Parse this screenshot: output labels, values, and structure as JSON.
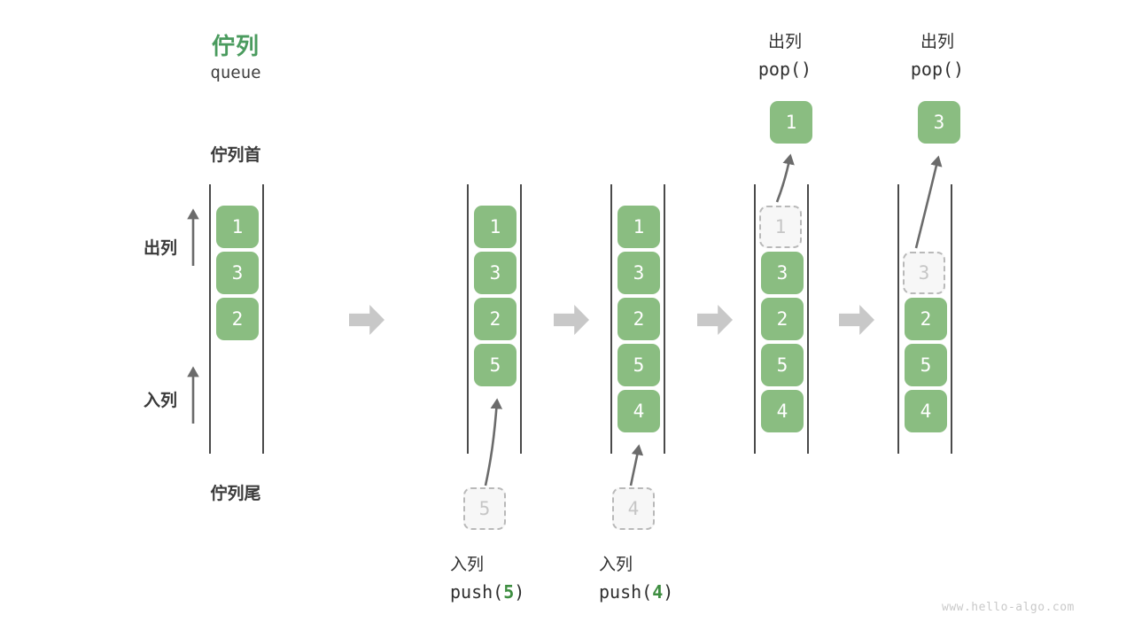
{
  "header": {
    "title_cn": "佇列",
    "title_en": "queue"
  },
  "labels": {
    "front": "佇列首",
    "rear": "佇列尾",
    "dequeue": "出列",
    "enqueue": "入列"
  },
  "watermark": "www.hello-algo.com",
  "colors": {
    "accent_green": "#4a9b5e",
    "cell_green": "#8abd81",
    "code_arg_green": "#3e8e41",
    "rail_gray": "#4a4a4a",
    "ghost_gray": "#b9b9b9",
    "step_arrow_gray": "#c8c8c8",
    "thin_arrow_gray": "#6b6b6b",
    "watermark_gray": "#c9c9c9"
  },
  "chart_data": {
    "type": "diagram",
    "title": "佇列 queue",
    "states": [
      {
        "id": "state-1",
        "cells": [
          "1",
          "3",
          "2"
        ],
        "ghost_index": -1
      },
      {
        "id": "state-2",
        "cells": [
          "1",
          "3",
          "2",
          "5"
        ],
        "ghost_index": -1
      },
      {
        "id": "state-3",
        "cells": [
          "1",
          "3",
          "2",
          "5",
          "4"
        ],
        "ghost_index": -1
      },
      {
        "id": "state-4",
        "cells": [
          "1",
          "3",
          "2",
          "5",
          "4"
        ],
        "ghost_index": 0
      },
      {
        "id": "state-5",
        "cells": [
          "3",
          "2",
          "5",
          "4"
        ],
        "ghost_index": 0
      }
    ]
  },
  "columns": [
    {
      "name": "initial-queue",
      "cells": [
        {
          "value": "1",
          "ghost": false
        },
        {
          "value": "3",
          "ghost": false
        },
        {
          "value": "2",
          "ghost": false
        }
      ]
    },
    {
      "name": "after-push-5",
      "cells": [
        {
          "value": "1",
          "ghost": false
        },
        {
          "value": "3",
          "ghost": false
        },
        {
          "value": "2",
          "ghost": false
        },
        {
          "value": "5",
          "ghost": false
        }
      ],
      "incoming": {
        "value": "5"
      },
      "caption_cn": "入列",
      "caption_code_prefix": "push(",
      "caption_code_arg": "5",
      "caption_code_suffix": ")"
    },
    {
      "name": "after-push-4",
      "cells": [
        {
          "value": "1",
          "ghost": false
        },
        {
          "value": "3",
          "ghost": false
        },
        {
          "value": "2",
          "ghost": false
        },
        {
          "value": "5",
          "ghost": false
        },
        {
          "value": "4",
          "ghost": false
        }
      ],
      "incoming": {
        "value": "4"
      },
      "caption_cn": "入列",
      "caption_code_prefix": "push(",
      "caption_code_arg": "4",
      "caption_code_suffix": ")"
    },
    {
      "name": "after-pop-1",
      "cells": [
        {
          "value": "1",
          "ghost": true
        },
        {
          "value": "3",
          "ghost": false
        },
        {
          "value": "2",
          "ghost": false
        },
        {
          "value": "5",
          "ghost": false
        },
        {
          "value": "4",
          "ghost": false
        }
      ],
      "popped": {
        "value": "1"
      },
      "caption_cn": "出列",
      "caption_code": "pop()"
    },
    {
      "name": "after-pop-3",
      "cells": [
        {
          "value": "3",
          "ghost": true
        },
        {
          "value": "2",
          "ghost": false
        },
        {
          "value": "5",
          "ghost": false
        },
        {
          "value": "4",
          "ghost": false
        }
      ],
      "popped": {
        "value": "3"
      },
      "caption_cn": "出列",
      "caption_code": "pop()"
    }
  ]
}
